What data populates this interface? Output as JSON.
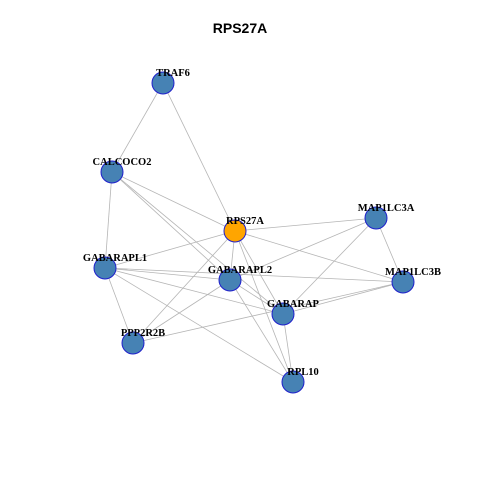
{
  "title": "RPS27A",
  "colors": {
    "hub_fill": "#FFA500",
    "node_fill": "#4682B4",
    "node_stroke": "#1F1FCC",
    "edge": "#B5B5B5"
  },
  "nodes": [
    {
      "id": "TRAF6",
      "label": "TRAF6",
      "hub": false
    },
    {
      "id": "CALCOCO2",
      "label": "CALCOCO2",
      "hub": false
    },
    {
      "id": "RPS27A",
      "label": "RPS27A",
      "hub": true
    },
    {
      "id": "MAP1LC3A",
      "label": "MAP1LC3A",
      "hub": false
    },
    {
      "id": "GABARAPL1",
      "label": "GABARAPL1",
      "hub": false
    },
    {
      "id": "GABARAPL2",
      "label": "GABARAPL2",
      "hub": false
    },
    {
      "id": "MAP1LC3B",
      "label": "MAP1LC3B",
      "hub": false
    },
    {
      "id": "GABARAP",
      "label": "GABARAP",
      "hub": false
    },
    {
      "id": "PPP2R2B",
      "label": "PPP2R2B",
      "hub": false
    },
    {
      "id": "RPL10",
      "label": "RPL10",
      "hub": false
    }
  ],
  "edges": [
    [
      "TRAF6",
      "CALCOCO2"
    ],
    [
      "TRAF6",
      "RPS27A"
    ],
    [
      "CALCOCO2",
      "RPS27A"
    ],
    [
      "CALCOCO2",
      "GABARAPL1"
    ],
    [
      "CALCOCO2",
      "GABARAPL2"
    ],
    [
      "CALCOCO2",
      "GABARAP"
    ],
    [
      "RPS27A",
      "MAP1LC3A"
    ],
    [
      "RPS27A",
      "MAP1LC3B"
    ],
    [
      "RPS27A",
      "GABARAPL1"
    ],
    [
      "RPS27A",
      "GABARAPL2"
    ],
    [
      "RPS27A",
      "GABARAP"
    ],
    [
      "RPS27A",
      "PPP2R2B"
    ],
    [
      "RPS27A",
      "RPL10"
    ],
    [
      "MAP1LC3A",
      "GABARAPL2"
    ],
    [
      "MAP1LC3A",
      "GABARAP"
    ],
    [
      "MAP1LC3A",
      "MAP1LC3B"
    ],
    [
      "GABARAPL1",
      "GABARAPL2"
    ],
    [
      "GABARAPL1",
      "MAP1LC3B"
    ],
    [
      "GABARAPL1",
      "GABARAP"
    ],
    [
      "GABARAPL1",
      "PPP2R2B"
    ],
    [
      "GABARAPL2",
      "GABARAP"
    ],
    [
      "GABARAPL2",
      "PPP2R2B"
    ],
    [
      "GABARAPL2",
      "RPL10"
    ],
    [
      "MAP1LC3B",
      "GABARAP"
    ],
    [
      "MAP1LC3B",
      "PPP2R2B"
    ],
    [
      "GABARAP",
      "RPL10"
    ],
    [
      "GABARAPL1",
      "RPL10"
    ]
  ]
}
